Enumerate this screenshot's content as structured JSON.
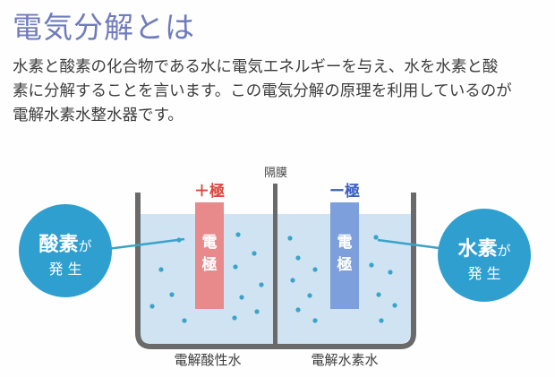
{
  "title": "電気分解とは",
  "description": {
    "lines": [
      "水素と酸素の化合物である水に電気エネルギーを与え、水を水素と酸",
      "素に分解することを言います。この電気分解の原理を利用しているのが",
      "電解水素水整水器です。"
    ]
  },
  "diagram": {
    "membrane_label": "隔膜",
    "positive_electrode": {
      "sign_label": "＋極",
      "body_chars": [
        "電",
        "極"
      ],
      "color": "#e8898c",
      "sign_color": "#d9483f"
    },
    "negative_electrode": {
      "sign_label": "ー極",
      "body_chars": [
        "電",
        "極"
      ],
      "color": "#7d9fdc",
      "sign_color": "#3a5fc4"
    },
    "left_bubble": {
      "main": "酸素",
      "particle": "が",
      "sub": "発 生"
    },
    "right_bubble": {
      "main": "水素",
      "particle": "が",
      "sub": "発 生"
    },
    "left_caption": "電解酸性水",
    "right_caption": "電解水素水",
    "water_color": "#cfe3f2",
    "dot_color": "#3aa3c8",
    "tank_color": "#6a6a6a"
  }
}
